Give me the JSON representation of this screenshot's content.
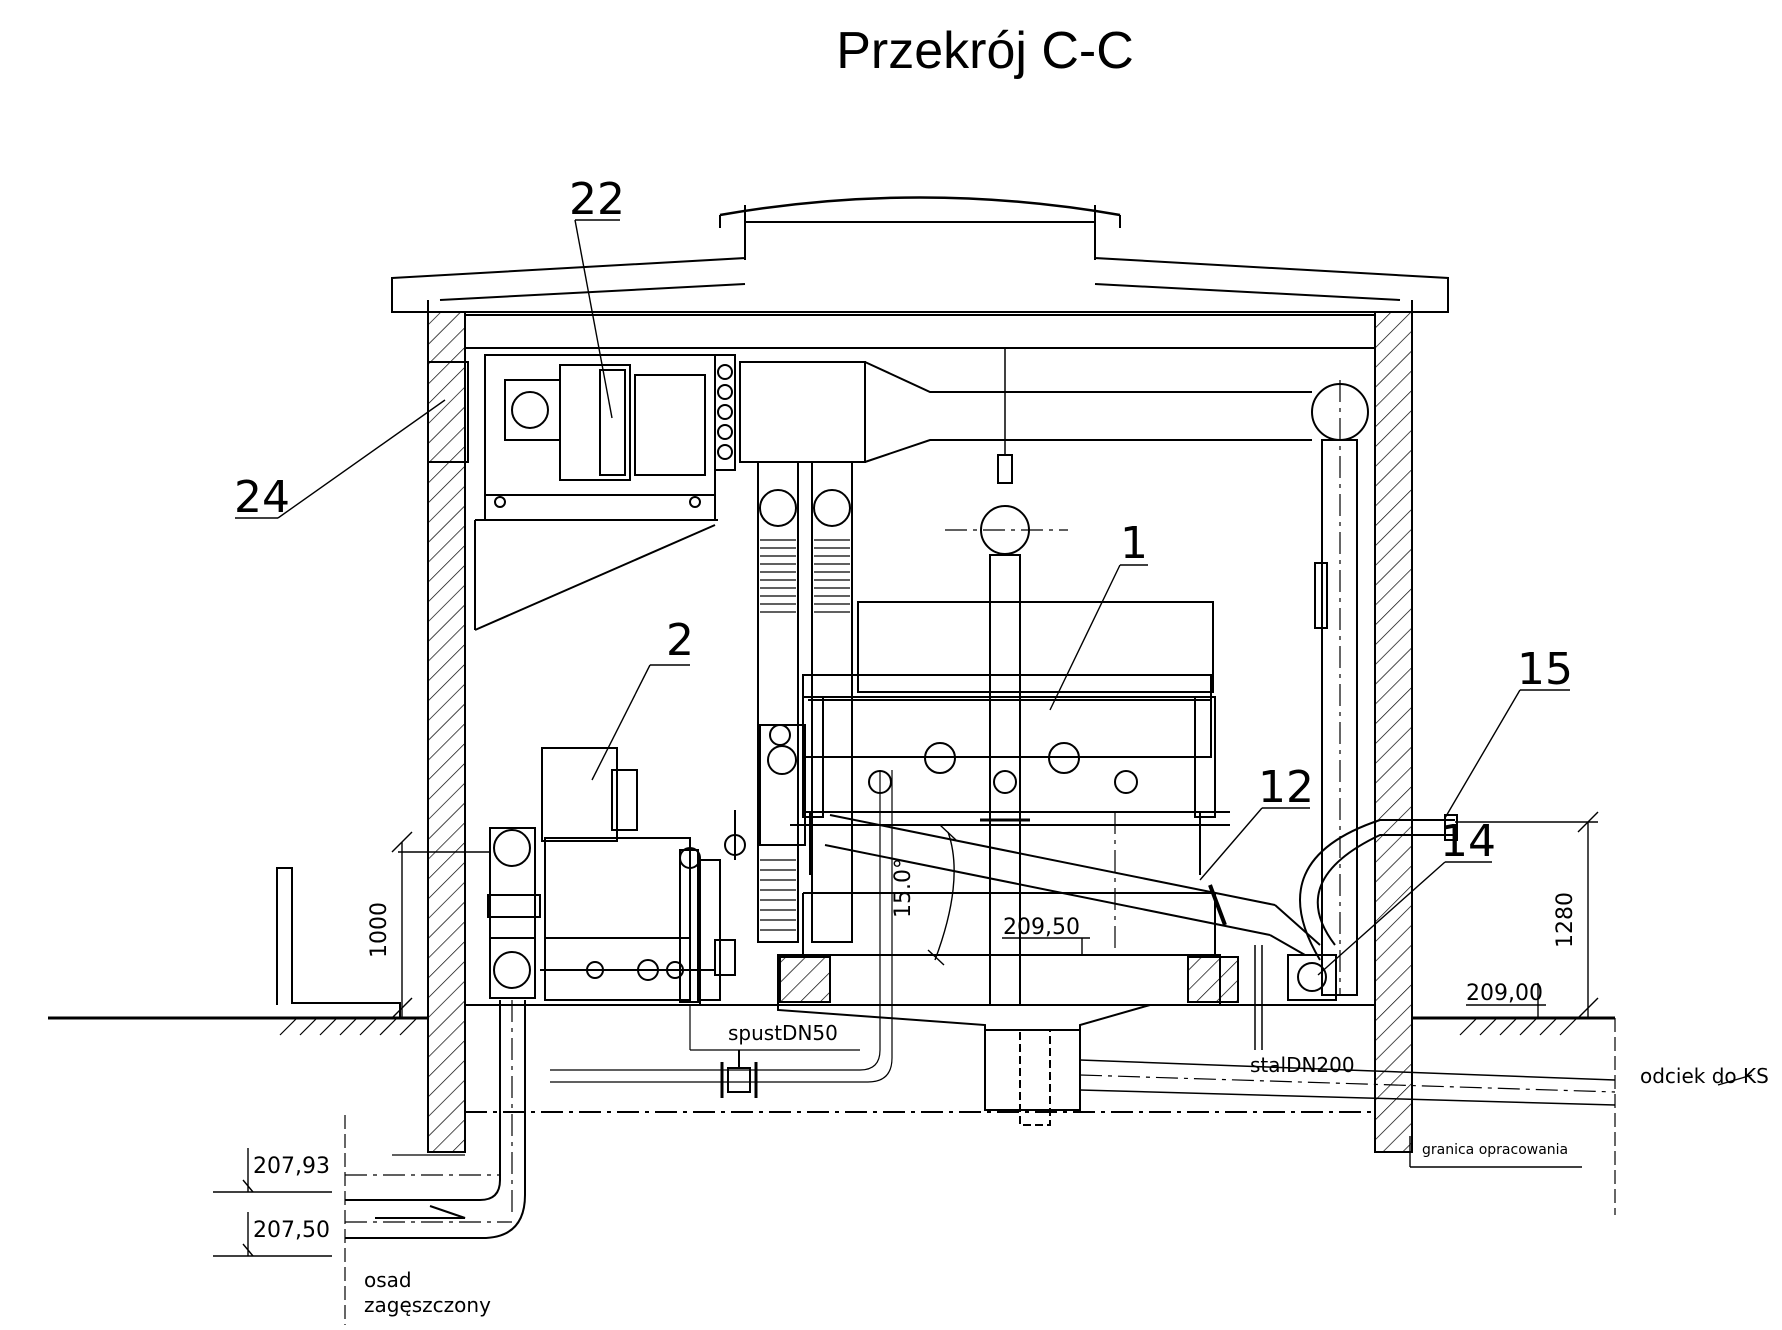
{
  "title": "Przekrój C-C",
  "callouts": {
    "c1": "1",
    "c2": "2",
    "c12": "12",
    "c14": "14",
    "c15": "15",
    "c22": "22",
    "c24": "24"
  },
  "elevations": {
    "floor_top": "209,50",
    "ground": "209,00",
    "inlet_top": "207,93",
    "inlet_bottom": "207,50"
  },
  "dimensions": {
    "height_left": "1000",
    "height_right": "1280",
    "angle": "15.0°"
  },
  "labels": {
    "drain": "spustDN50",
    "pipe": "stalDN200",
    "outflow": "odciek do KS",
    "boundary": "granica opracowania",
    "sludge_line1": "osad",
    "sludge_line2": "zagęszczony"
  },
  "colors": {
    "line": "#000000",
    "background": "#ffffff"
  }
}
